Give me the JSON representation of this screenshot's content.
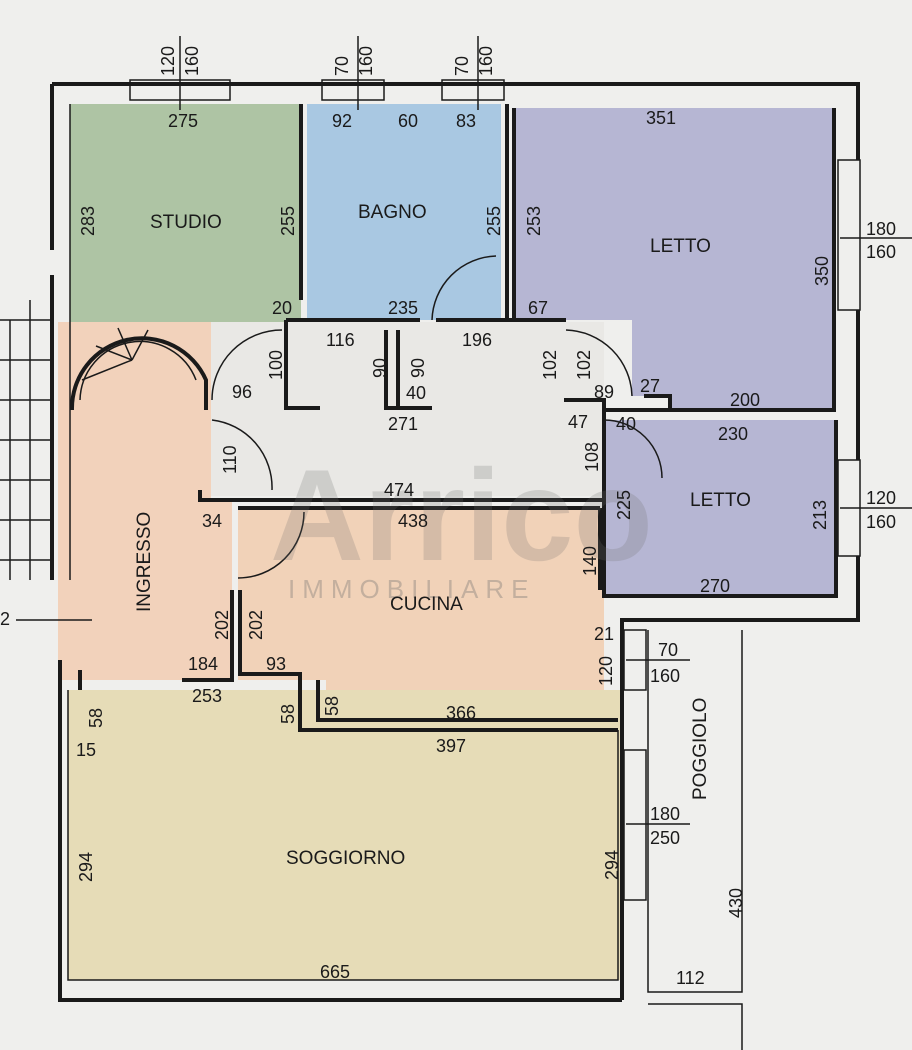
{
  "rooms": {
    "studio": "STUDIO",
    "bagno": "BAGNO",
    "letto1": "LETTO",
    "letto2": "LETTO",
    "ingresso": "INGRESSO",
    "cucina": "CUCINA",
    "soggiorno": "SOGGIORNO",
    "poggiolo": "POGGIOLO"
  },
  "colors": {
    "studio": "#aec4a4",
    "bagno": "#a9c8e2",
    "letto": "#b6b6d3",
    "ingresso": "#f2d2bb",
    "cucina": "#f1d2b8",
    "soggiorno": "#e6dcb7",
    "corridor": "#e9e8e5",
    "background": "#efefed"
  },
  "watermark": {
    "brand": "Arrico",
    "sub": "IMMOBILIARE"
  },
  "dimensions": {
    "w120": "120",
    "w160a": "160",
    "w70a": "70",
    "w160b": "160",
    "w70b": "70",
    "w160c": "160",
    "d275": "275",
    "d92": "92",
    "d60": "60",
    "d83": "83",
    "d351": "351",
    "d283": "283",
    "d255a": "255",
    "d255b": "255",
    "d253": "253",
    "d350": "350",
    "d180a": "180",
    "d160d": "160",
    "d20": "20",
    "d235": "235",
    "d67": "67",
    "d116": "116",
    "d196": "196",
    "d100": "100",
    "d96": "96",
    "d90a": "90",
    "d90b": "90",
    "d40a": "40",
    "d271": "271",
    "d102a": "102",
    "d102b": "102",
    "d89": "89",
    "d27": "27",
    "d200": "200",
    "d47": "47",
    "d40b": "40",
    "d230": "230",
    "d110": "110",
    "d108": "108",
    "d474": "474",
    "d34": "34",
    "d438": "438",
    "d225": "225",
    "d213": "213",
    "d120b": "120",
    "d160e": "160",
    "d140": "140",
    "d270": "270",
    "d202a": "202",
    "d202b": "202",
    "d21": "21",
    "d70c": "70",
    "d160f": "160",
    "d120c": "120",
    "d184": "184",
    "d93": "93",
    "d253b": "253",
    "d58a": "58",
    "d58b": "58",
    "d58c": "58",
    "d366": "366",
    "d15": "15",
    "d397": "397",
    "d180b": "180",
    "d250": "250",
    "d294a": "294",
    "d294b": "294",
    "d430": "430",
    "d665": "665",
    "d112": "112",
    "d2": "2"
  }
}
